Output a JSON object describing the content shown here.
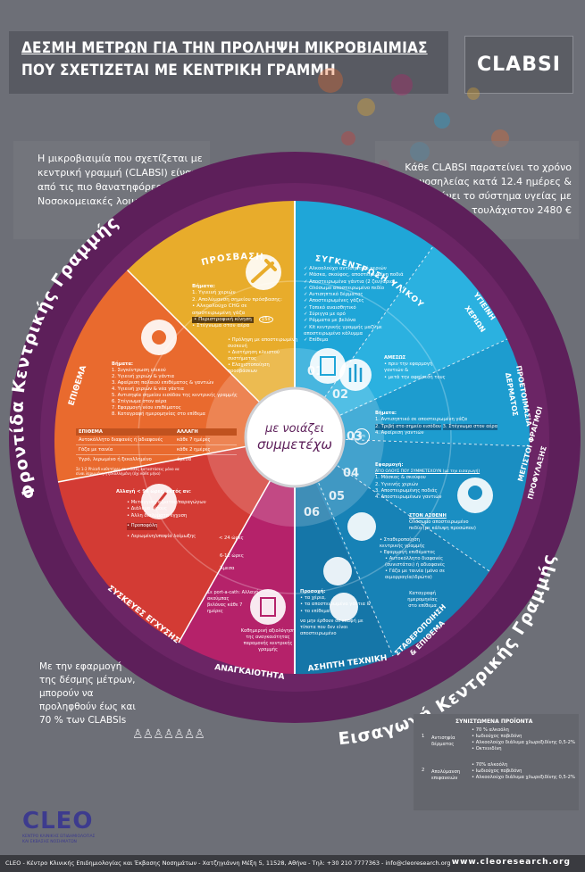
{
  "header": {
    "title_line1": "ΔΕΣΜΗ ΜΕΤΡΩΝ ΓΙΑ ΤΗΝ ΠΡΟΛΗΨΗ ΜΙΚΡΟΒΙΑΙΜΙΑΣ",
    "title_line2": "ΠΟΥ ΣΧΕΤΙΖΕΤΑΙ ΜΕ ΚΕΝΤΡΙΚΗ ΓΡΑΜΜΗ",
    "badge": "CLABSI"
  },
  "info": {
    "left": "Η μικροβιαιμία που σχετίζεται με κεντρική γραμμή (CLABSI) είναι μια από τις πιο θανατηφόρες Νοσοκομειακές λοιμώξεις",
    "right": "Κάθε CLABSI παρατείνει το χρόνο νοσηλείας κατά 12.4 ημέρες & επιβαρύνει το σύστημα υγείας με τουλάχιστον 2480 €"
  },
  "arcs": {
    "left": "Φροντίδα Κεντρικής Γραμμής",
    "right": "Εισαγωγή Κεντρικής Γραμμής"
  },
  "center": {
    "line1": "με νοιάζει",
    "line2": "συμμετέχω"
  },
  "segments": {
    "prosvasi": {
      "title": "ΠΡΟΣΒΑΣΗ",
      "head": "Βήματα:",
      "lines": [
        "1. Υγιεινή χεριών",
        "2. Απολύμανση σημείου πρόσβασης:",
        "• Αλκοολούχο CHG σε",
        "αποστειρωμένη γάζα",
        "• Περιστροφική κίνηση",
        "• Στέγνωμα στον αέρα"
      ],
      "timer": "15s",
      "extra": [
        "• Πρόληψη με αποστειρωμένη",
        "συσκευή",
        "• Διατήρηση κλειστού συστήματος",
        "• Ελαχιστοποίηση προσβάσεων"
      ]
    },
    "epithema": {
      "title": "ΕΠΙΘΕΜΑ",
      "head": "Βήματα:",
      "lines": [
        "1. Συγκέντρωση υλικού",
        "2. Υγιεινή χεριών & γάντια",
        "3. Αφαίρεση παλαιού επιθέματος & γαντιών",
        "4. Υγιεινή χεριών & νέα γάντια",
        "5. Αντισηψία σημείου εισόδου της κεντρικής γραμμής",
        "6. Στέγνωμα στον αέρα",
        "7. Εφαρμογή νέου επιθέματος",
        "8. Καταγραφή ημερομηνίας στο επίθεμα"
      ],
      "table_head": [
        "ΕΠΙΘΕΜΑ",
        "ΑΛΛΑΓΗ"
      ],
      "table_rows": [
        [
          "Αυτοκόλλητο διαφανές ή αδιαφανές",
          "κάθε 7 ημέρες"
        ],
        [
          "Γάζα με ταινία",
          "κάθε 2 ημέρες"
        ],
        [
          "Υγρό, λερωμένο ή ξεκολλημένο",
          "άμεσα"
        ]
      ],
      "note": "Σε 1-2 Ρhicafi καθετήρες σε ειδικές καταστάσεις μόνο να είναι λερωμένη ή ξεκολλημένη (όχι κάθε μήνα)"
    },
    "syskeves": {
      "title": "ΣΥΣΚΕΥΕΣ ΕΓΧΥΣΗΣ",
      "head": "Αλλαγή < 96 ώρες, εκτός αν:",
      "lines": [
        "• Μετάγγιση αίματος/παραγώγων",
        "• Διάλυμα λίπους",
        "• Άλλη διαλύματα έγχυση",
        "• Προποφόλη",
        "• Λερωμένη/υποψία λοίμωξης"
      ],
      "times": [
        "< 24 ώρες",
        "6-12 ώρες",
        "Άμεσα"
      ],
      "extra": [
        "Σε port-a-cath: Αλλαγή ακούμπας",
        "βελόνας κάθε 7",
        "ημέρες"
      ]
    },
    "anagkaiotita": {
      "title": "ΑΝΑΓΚΑΙΟΤΗΤΑ",
      "lines": [
        "Καθημερινή αξιολόγηση",
        "της αναγκαιότητας",
        "παραμονής κεντρικής",
        "γραμμής"
      ]
    },
    "sygkentrosi": {
      "title": "ΣΥΓΚΕΝΤΡΩΣΗ ΥΛΙΚΟΥ",
      "lines": [
        "✓ Αλκοολούχο αντισηπτικό χεριών",
        "✓ Μάσκα, σκούφος, αποστειρωμένη ποδιά",
        "✓ Αποστειρωμένα γάντια (2 ζευγάρια)",
        "✓ Ολόσωμο αποστειρωμένο πεδίο",
        "✓ Αντισηπτικό δέρματος",
        "✓ Αποστειρωμένες γάζες",
        "✓ Τοπικό αναισθητικό",
        "✓ Σύριγγα με ορό",
        "✓ Ράμματα με βελόνα",
        "✓ Kit κεντρικής γραμμής μαζί με",
        "αποστειρωμένο κάλυμμα",
        "✓ Επίθεμα"
      ]
    },
    "ygieini": {
      "title_line1": "ΥΓΙΕΙΝΗ",
      "title_line2": "ΧΕΡΙΩΝ",
      "head": "ΑΜΕΣΩΣ",
      "lines": [
        "• πριν την εφαρμογή",
        "γαντιών &",
        "• μετά την αφαίρεσή τους"
      ]
    },
    "proetoimasia": {
      "title_line1": "ΠΡΟΕΤΟΙΜΑΣΙΑ",
      "title_line2": "ΔΕΡΜΑΤΟΣ",
      "head": "Βήματα:",
      "timer": "2m",
      "lines": [
        "1. Αντισηπτικό σε αποστειρωμένη γάζα",
        "2. Τριβή στο σημείο εισόδου",
        "3. Στέγνωμα στον αέρα",
        "4. Αφαίρεση γαντιών"
      ]
    },
    "megistos": {
      "title_line1": "ΜΕΓΙΣΤΟΙ ΦΡΑΓΜΟΙ",
      "title_line2": "ΠΡΟΦΥΛΑΞΗΣ",
      "head": "Εφαρμογή:",
      "sub_head": "ΑΠΟ ΟΛΟΥΣ ΠΟΥ ΣΥΜΜΕΤΕΧΟΥΝ (με την εισαγωγή)",
      "lines": [
        "1. Μάσκας & σκούφου",
        "2. Υγιεινής χεριών",
        "3. Αποστειρωμένης ποδιάς",
        "4. Αποστειρωμένων γαντιών"
      ],
      "patient_head": "ΣΤΟΝ ΑΣΘΕΝΗ",
      "patient_lines": [
        "Ολόσωμο αποστειρωμένο",
        "πεδίο (με κάλυψη προσώπου)"
      ]
    },
    "stathero": {
      "title_line1": "ΣΤΑΘΕΡΟΠΟΙΗΣΗ",
      "title_line2": "& ΕΠΙΘΕΜΑ",
      "lines": [
        "• Σταθεροποίηση",
        "κεντρικής γραμμής",
        "• Εφαρμογή επιθέματος",
        "• Αυτοκόλλητο διαφανές",
        "(συνιστάται) ή αδιαφανές",
        "• Γάζα με ταινία (μόνο σε",
        "αιμορραγία/ιδρώτα)"
      ],
      "extra": [
        "Καταγραφή",
        "ημερομηνίας",
        "στο επίθεμα"
      ]
    },
    "asiptiki": {
      "title": "ΑΣΗΠΤΗ ΤΕΧΝΙΚΗ",
      "head": "Προσοχή:",
      "lines": [
        "• τα χέρια,",
        "• τα αποστειρωμένα γάντια &",
        "• το επίθεμα"
      ],
      "extra": [
        "να μην έρθουν σε επαφή με",
        "τίποτα που δεν είναι",
        "αποστειρωμένο"
      ]
    }
  },
  "numbers": [
    "01",
    "02",
    "03",
    "04",
    "05",
    "06"
  ],
  "bottom_left": "Με την εφαρμογή της δέσμης μέτρων, μπορούν να προληφθούν έως και 70 % των CLABSIs",
  "table": {
    "title": "ΣΥΝΙΣΤΩΜΕΝΑ ΠΡΟΪΟΝΤΑ",
    "rows": [
      {
        "n": "1",
        "label": [
          "Αντισηψία",
          "δέρματος"
        ],
        "items": [
          "• 70 % αλκοόλη",
          "• Ιωδιούχος ποβιδόνη",
          "• Αλκοολούχο διάλυμα χλωρεξιδίνης 0,5-2%",
          "• Οκτενιδίνη"
        ]
      },
      {
        "n": "2",
        "label": [
          "Απολύμανση",
          "επιφανειών"
        ],
        "items": [
          "• 70% αλκοόλη",
          "• Ιωδιούχος ποβιδόνη",
          "• Αλκοολούχο διάλυμα χλωρεξιδίνης 0,5-2%"
        ]
      }
    ]
  },
  "logo": {
    "name": "CLEO",
    "subtitle": "ΚΕΝΤΡΟ ΚΛΙΝΙΚΗΣ ΕΠΙΔΗΜΙΟΛΟΓΙΑΣ ΚΑΙ ΕΚΒΑΣΗΣ ΝΟΣΗΜΑΤΩΝ"
  },
  "footer": {
    "left": "CLEO  -  Κέντρο Κλινικής Επιδημιολογίας και Έκβασης Νοσημάτων  -  Χατζηγιάννη Μέξη 5, 11528, Αθήνα  -  Τηλ: +30 210 7777363  -  info@cleoresearch.org",
    "right": "www.cleoresearch.org"
  },
  "colors": {
    "background": "#6d6f77",
    "purple_ring": "#5d1f5a",
    "orange": "#e96a2e",
    "red": "#d33b34",
    "yellow": "#e8ac2b",
    "magenta": "#b5226a",
    "blue": "#1fa6d8",
    "dark_blue": "#1576a8"
  }
}
